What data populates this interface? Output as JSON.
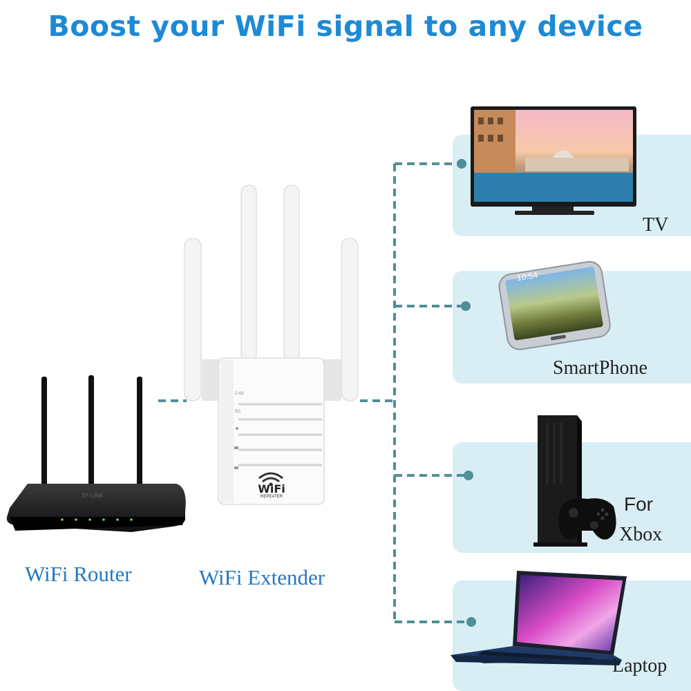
{
  "headline": "Boost your WiFi signal to any device",
  "captions": {
    "router": "WiFi Router",
    "extender": "WiFi Extender"
  },
  "extender": {
    "logo": "WiFi",
    "sub": "REPEATER",
    "indicators": [
      "2.4G",
      "5G"
    ]
  },
  "router_brand": "TP-LINK",
  "phone_time": "10:54",
  "devices": [
    {
      "label": "TV"
    },
    {
      "label": "SmartPhone"
    },
    {
      "label": "For"
    },
    {
      "label": "Xbox"
    },
    {
      "label": "Laptop"
    }
  ],
  "colors": {
    "headline": "#1d8ad6",
    "caption": "#2478c2",
    "panel": "#d8eef4",
    "connector": "#4f8f98",
    "text": "#222222"
  }
}
